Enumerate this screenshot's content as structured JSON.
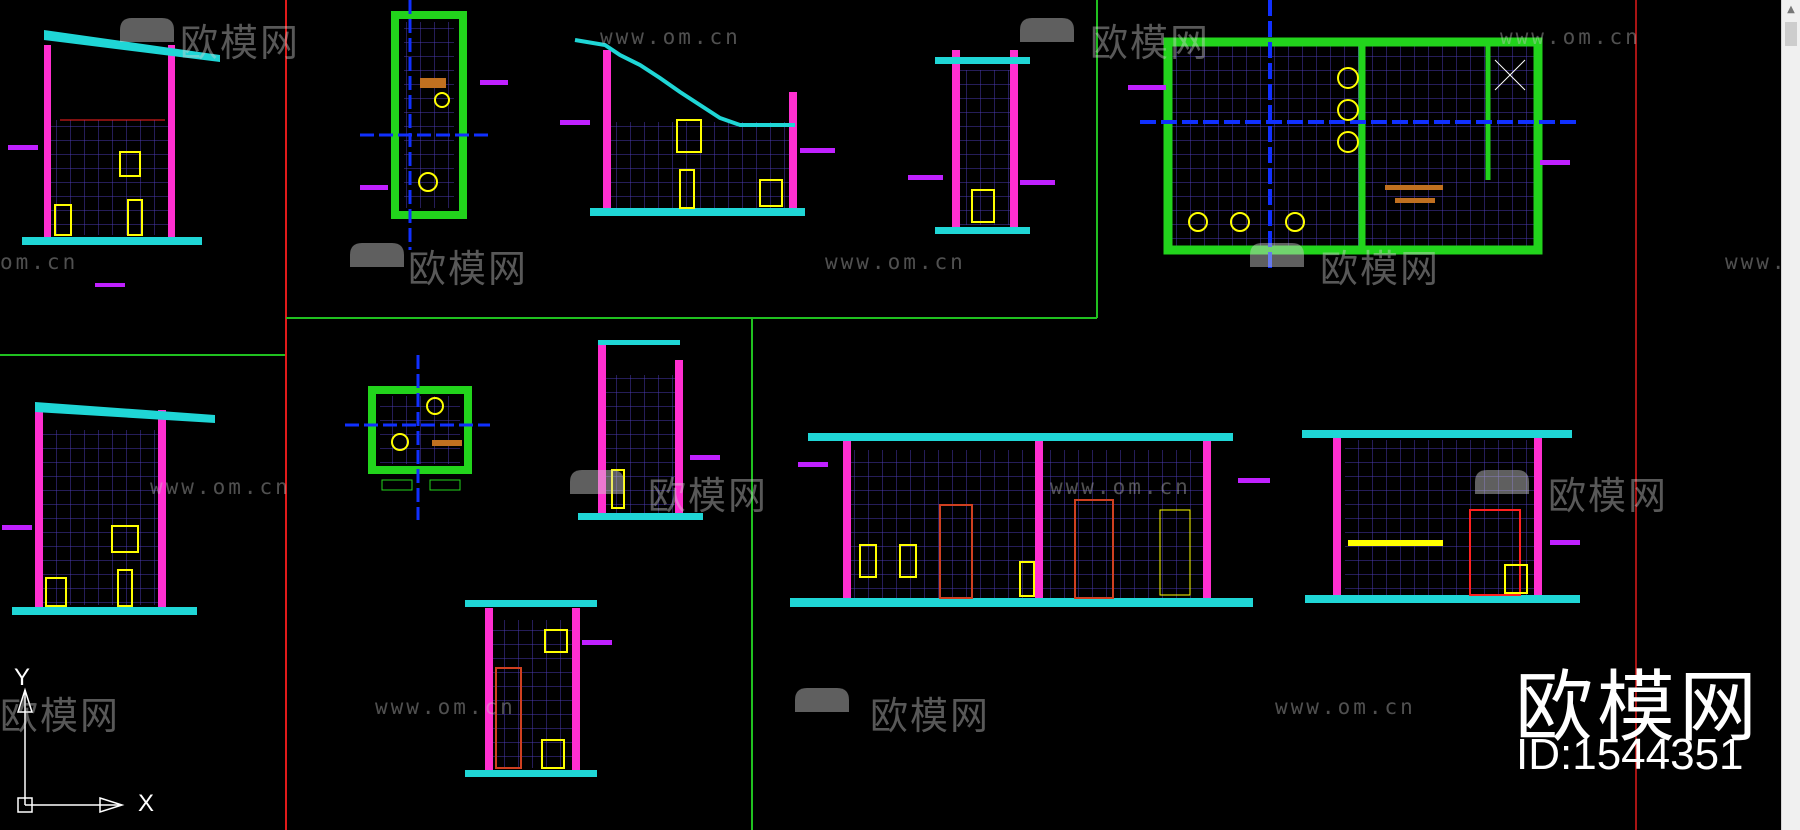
{
  "watermark": {
    "brand_text": "欧模网",
    "site_text": "www.om.cn",
    "site_text_short": "om.cn"
  },
  "branding": {
    "logo_text": "欧模网",
    "id_text": "ID:1544351"
  },
  "ucs": {
    "x_label": "X",
    "y_label": "Y"
  },
  "colors": {
    "background": "#000000",
    "wall": "#ff2fd0",
    "green_wall": "#22d41c",
    "slab": "#1fd6d6",
    "fixture": "#ffff00",
    "dimension": "#ff2020",
    "annotation": "#c020ff",
    "axis": "#1030ff",
    "grid": "#4a3ab0",
    "frame": "#20c020",
    "border_red": "#e01a1a"
  },
  "icons": {
    "scroll_up": "triangle-up-icon",
    "ucs": "ucs-axis-icon",
    "watermark": "sofa-logo-icon"
  }
}
